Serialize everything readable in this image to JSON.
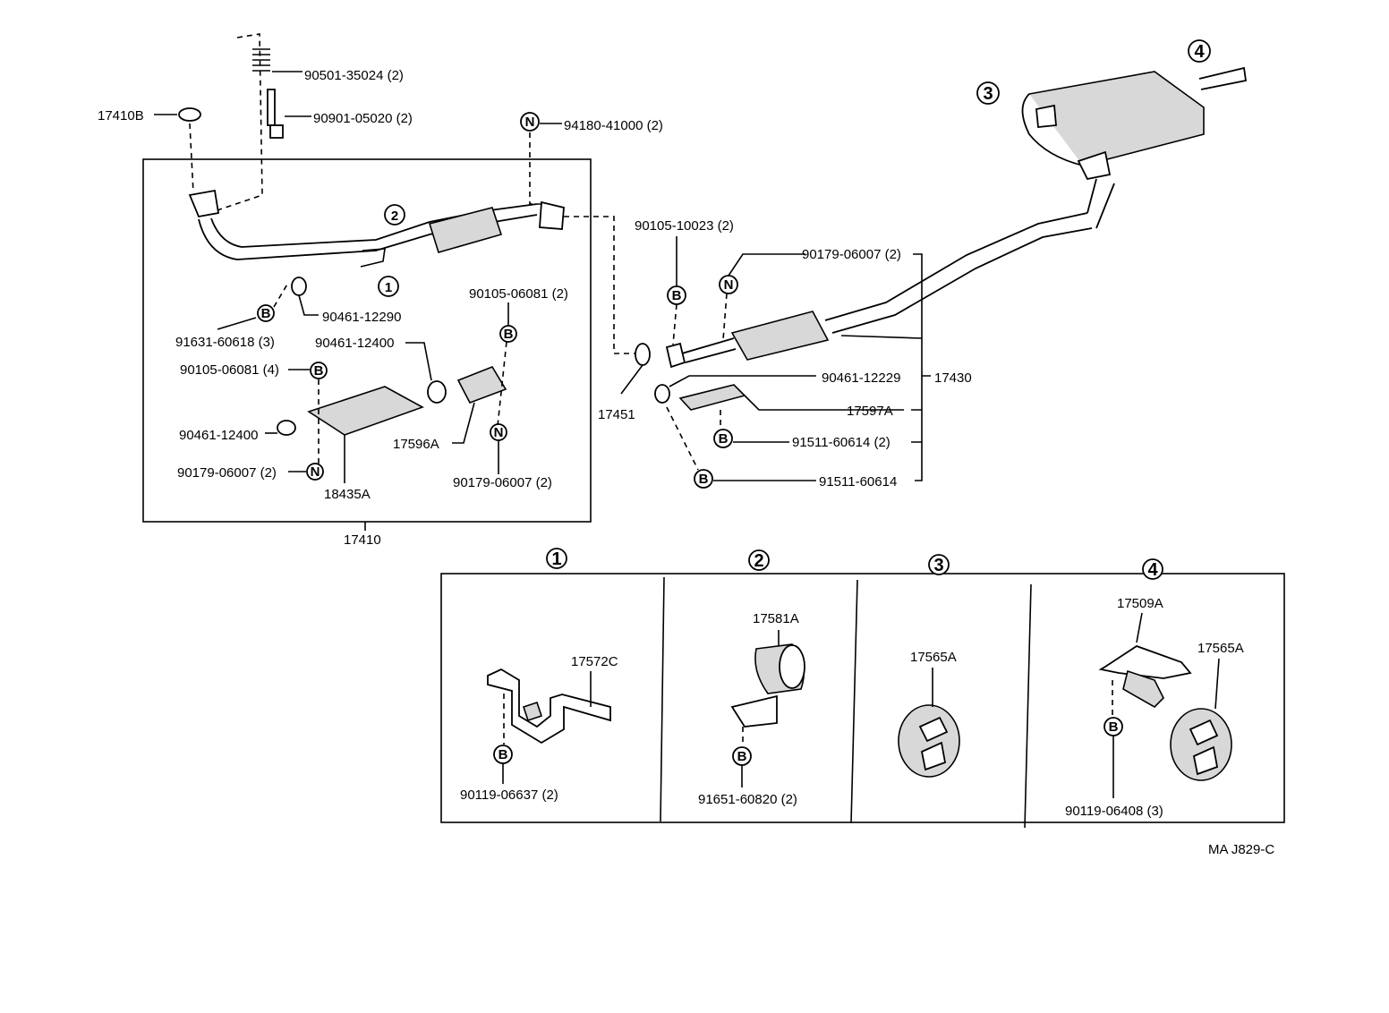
{
  "labels": {
    "p90501": "90501-35024 (2)",
    "p90901": "90901-05020 (2)",
    "p17410B": "17410B",
    "p94180": "94180-41000 (2)",
    "p90461_12290": "90461-12290",
    "p91631": "91631-60618 (3)",
    "p90105_06081_2": "90105-06081 (2)",
    "p90461_12400a": "90461-12400",
    "p90105_06081_4": "90105-06081 (4)",
    "p90461_12400b": "90461-12400",
    "p17596A": "17596A",
    "p90179_a": "90179-06007 (2)",
    "p90179_b": "90179-06007 (2)",
    "p18435A": "18435A",
    "p17410": "17410",
    "p17451": "17451",
    "p90105_10023": "90105-10023 (2)",
    "p90179_c": "90179-06007 (2)",
    "p90461_12229": "90461-12229",
    "p17430": "17430",
    "p17597A": "17597A",
    "p91511_2": "91511-60614 (2)",
    "p91511": "91511-60614",
    "p17572C": "17572C",
    "p90119_06637": "90119-06637 (2)",
    "p17581A": "17581A",
    "p91651": "91651-60820 (2)",
    "p17565A_a": "17565A",
    "p17509A": "17509A",
    "p17565A_b": "17565A",
    "p90119_06408": "90119-06408 (3)",
    "drawing_code": "MA J829-C"
  },
  "markers": {
    "B": "B",
    "N": "N"
  },
  "callouts": {
    "c1": "1",
    "c2": "2",
    "c3": "3",
    "c4": "4"
  }
}
